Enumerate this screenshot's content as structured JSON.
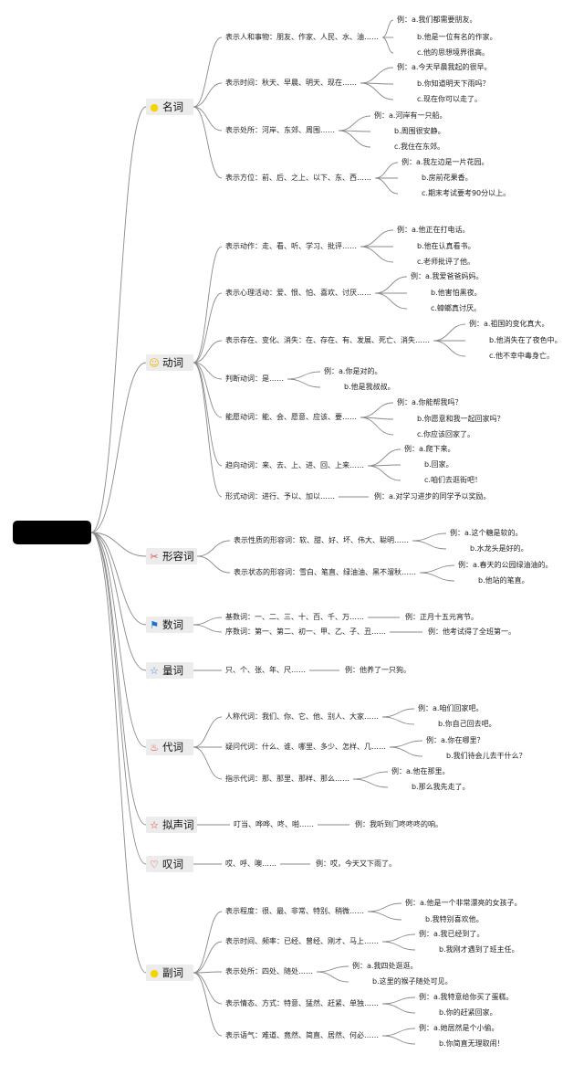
{
  "root": {
    "label": ""
  },
  "categories": [
    {
      "name": "名词",
      "icon": "sun-icon",
      "color": "#f5d400",
      "groups": [
        {
          "label": "表示人和事物：朋友、作家、人民、水、油……",
          "examples": [
            "例：a.我们都需要朋友。",
            "b.他是一位有名的作家。",
            "c.他的思想境界很高。"
          ]
        },
        {
          "label": "表示时间：秋天、早晨、明天、现在……",
          "examples": [
            "例：a.今天早晨我起的很早。",
            "b.你知道明天下雨吗？",
            "c.现在你可以走了。"
          ]
        },
        {
          "label": "表示处所：河岸、东郊、周围……",
          "examples": [
            "例：a.河岸有一只船。",
            "b.周围很安静。",
            "c.我住在东郊。"
          ]
        },
        {
          "label": "表示方位：前、后、之上、以下、东、西……",
          "examples": [
            "例：a.我左边是一片花园。",
            "b.房前花果香。",
            "c.期末考试要考90分以上。"
          ]
        }
      ]
    },
    {
      "name": "动词",
      "icon": "smiley-icon",
      "color": "#f0b400",
      "groups": [
        {
          "label": "表示动作：走、看、听、学习、批评……",
          "examples": [
            "例：a.他正在打电话。",
            "b.他在认真看书。",
            "c.老师批评了他。"
          ]
        },
        {
          "label": "表示心理活动：爱、恨、怕、喜欢、讨厌……",
          "examples": [
            "例：a.我爱爸爸妈妈。",
            "b.他害怕黑夜。",
            "c.蟑螂真讨厌。"
          ]
        },
        {
          "label": "表示存在、变化、消失：在、存在、有、发展、死亡、消失……",
          "examples": [
            "例：a.祖国的变化真大。",
            "b.他消失在了夜色中。",
            "c.他不幸中毒身亡。"
          ]
        },
        {
          "label": "判断动词：是……",
          "examples": [
            "例：a.你是对的。",
            "b.他是我叔叔。"
          ]
        },
        {
          "label": "能愿动词：能、会、愿意、应该、要……",
          "examples": [
            "例：a.你能帮我吗？",
            "b.你愿意和我一起回家吗？",
            "c.你应该回家了。"
          ]
        },
        {
          "label": "趋向动词：来、去、上、进、回、上来……",
          "examples": [
            "例：a.爬下来。",
            "b.回家。",
            "c.咱们去逛街吧！"
          ]
        },
        {
          "label": "形式动词：进行、予以、加以……",
          "examples": [
            "例：a.对学习进步的同学予以奖励。"
          ]
        }
      ]
    },
    {
      "name": "形容词",
      "icon": "tools-icon",
      "color": "#d9534f",
      "groups": [
        {
          "label": "表示性质的形容词：软、甜、好、坏、伟大、聪明……",
          "examples": [
            "例：a.这个糖是软的。",
            "b.水龙头是好的。"
          ]
        },
        {
          "label": "表示状态的形容词：雪白、笔直、绿油油、黑不溜秋……",
          "examples": [
            "例：a.春天的公园绿油油的。",
            "b.他站的笔直。"
          ]
        }
      ]
    },
    {
      "name": "数词",
      "icon": "flag-icon",
      "color": "#1f6fd0",
      "groups": [
        {
          "label": "基数词：一、二、三、十、百、千、万……",
          "examples": [
            "例：正月十五元宵节。"
          ]
        },
        {
          "label": "序数词：第一、第二、初一、甲、乙、子、丑……",
          "examples": [
            "例：他考试得了全班第一。"
          ]
        }
      ]
    },
    {
      "name": "量词",
      "icon": "star-icon",
      "color": "#3a8fd8",
      "groups": [
        {
          "label": "只、个、张、年、尺……",
          "examples": [
            "例：他养了一只狗。"
          ]
        }
      ]
    },
    {
      "name": "代词",
      "icon": "fire-icon",
      "color": "#e0452c",
      "groups": [
        {
          "label": "人称代词：我们、你、它、他、别人、大家……",
          "examples": [
            "例：a.咱们回家吧。",
            "b.你自己回去吧。"
          ]
        },
        {
          "label": "疑问代词：什么、谁、哪里、多少、怎样、几……",
          "examples": [
            "例：a.你在哪里？",
            "b.我们待会儿去干什么？"
          ]
        },
        {
          "label": "指示代词：那、那里、那样、那么……",
          "examples": [
            "例：a.他在那里。",
            "b.那么我先走了。"
          ]
        }
      ]
    },
    {
      "name": "拟声词",
      "icon": "star-outline-icon",
      "color": "#e0302c",
      "groups": [
        {
          "label": "叮当、哗哗、咚、啪……",
          "examples": [
            "例：我听到门咚咚咚的响。"
          ]
        }
      ]
    },
    {
      "name": "叹词",
      "icon": "heart-icon",
      "color": "#e0302c",
      "groups": [
        {
          "label": "哎、呼、噢……",
          "examples": [
            "例：哎，今天又下雨了。"
          ]
        }
      ]
    },
    {
      "name": "副词",
      "icon": "sun-icon",
      "color": "#f5d400",
      "groups": [
        {
          "label": "表示程度：很、最、非常、特别、稍微……",
          "examples": [
            "例：a.他是一个非常漂亮的女孩子。",
            "b.我特别喜欢他。"
          ]
        },
        {
          "label": "表示时间、频率：已经、曾经、刚才、马上……",
          "examples": [
            "例：a.我已经到了。",
            "b.我刚才遇到了班主任。"
          ]
        },
        {
          "label": "表示处所：四处、随处……",
          "examples": [
            "例：a.我四处逛逛。",
            "b.这里的猴子随处可见。"
          ]
        },
        {
          "label": "表示情态、方式：特意、猛然、赶紧、单独……",
          "examples": [
            "例：a.我特意给你买了蛋糕。",
            "b.你的赶紧回家。"
          ]
        },
        {
          "label": "表示语气：难道、竟然、简直、居然、何必……",
          "examples": [
            "例：a.她居然是个小偷。",
            "b.你简直无理取闹！"
          ]
        }
      ]
    }
  ]
}
